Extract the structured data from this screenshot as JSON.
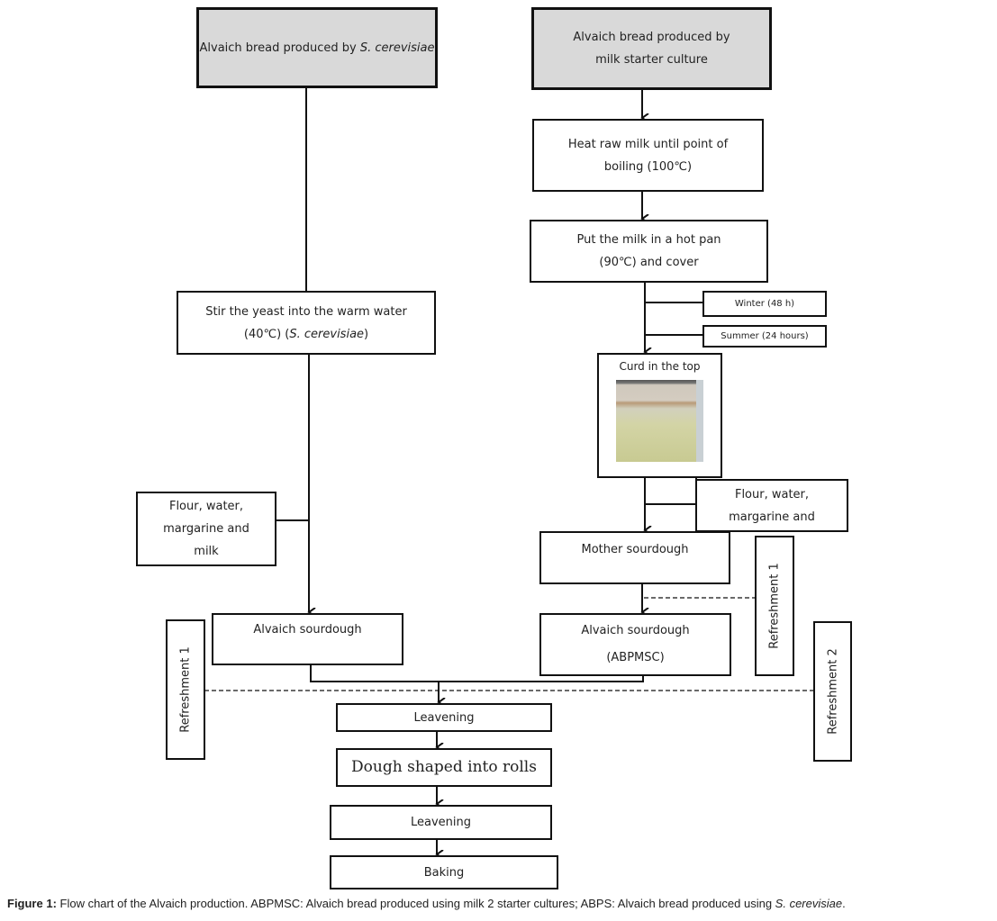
{
  "left_branch": {
    "start": {
      "text": "Alvaich bread produced by ",
      "italic": "S. cerevisiae"
    },
    "stir": {
      "line1": "Stir the yeast into the warm water",
      "line2": "(40℃) (",
      "italic": "S. cerevisiae",
      "line2_end": ")"
    },
    "ingredients": {
      "line1": "Flour, water,",
      "line2": "margarine and",
      "line3": "milk"
    },
    "sourdough": {
      "label": "Alvaich sourdough"
    },
    "refreshment": "Refreshment 1"
  },
  "right_branch": {
    "start": {
      "line1": "Alvaich bread produced by",
      "line2": "milk starter culture"
    },
    "heat": {
      "line1": "Heat raw milk until point of",
      "line2": "boiling (100℃)"
    },
    "pan": {
      "line1": "Put the milk in a hot pan",
      "line2": "(90℃) and cover"
    },
    "winter": "Winter (48 h)",
    "summer": "Summer (24 hours)",
    "curd": "Curd in the top",
    "ingredients": {
      "line1": "Flour, water,",
      "line2": "margarine and"
    },
    "mother": "Mother sourdough",
    "refreshment": "Refreshment 1",
    "sourdough": {
      "label": "Alvaich sourdough",
      "code": "(ABPMSC)"
    }
  },
  "common": {
    "refreshment2": "Refreshment 2",
    "leavening1": "Leavening",
    "shaping": "Dough shaped into rolls",
    "leavening2": "Leavening",
    "baking": "Baking"
  },
  "caption": {
    "label": "Figure 1:",
    "text": " Flow chart of the Alvaich production. ABPMSC: Alvaich bread produced using milk 2 starter cultures; ABPS: Alvaich bread produced using ",
    "italic": "S. cerevisiae",
    "end": "."
  }
}
